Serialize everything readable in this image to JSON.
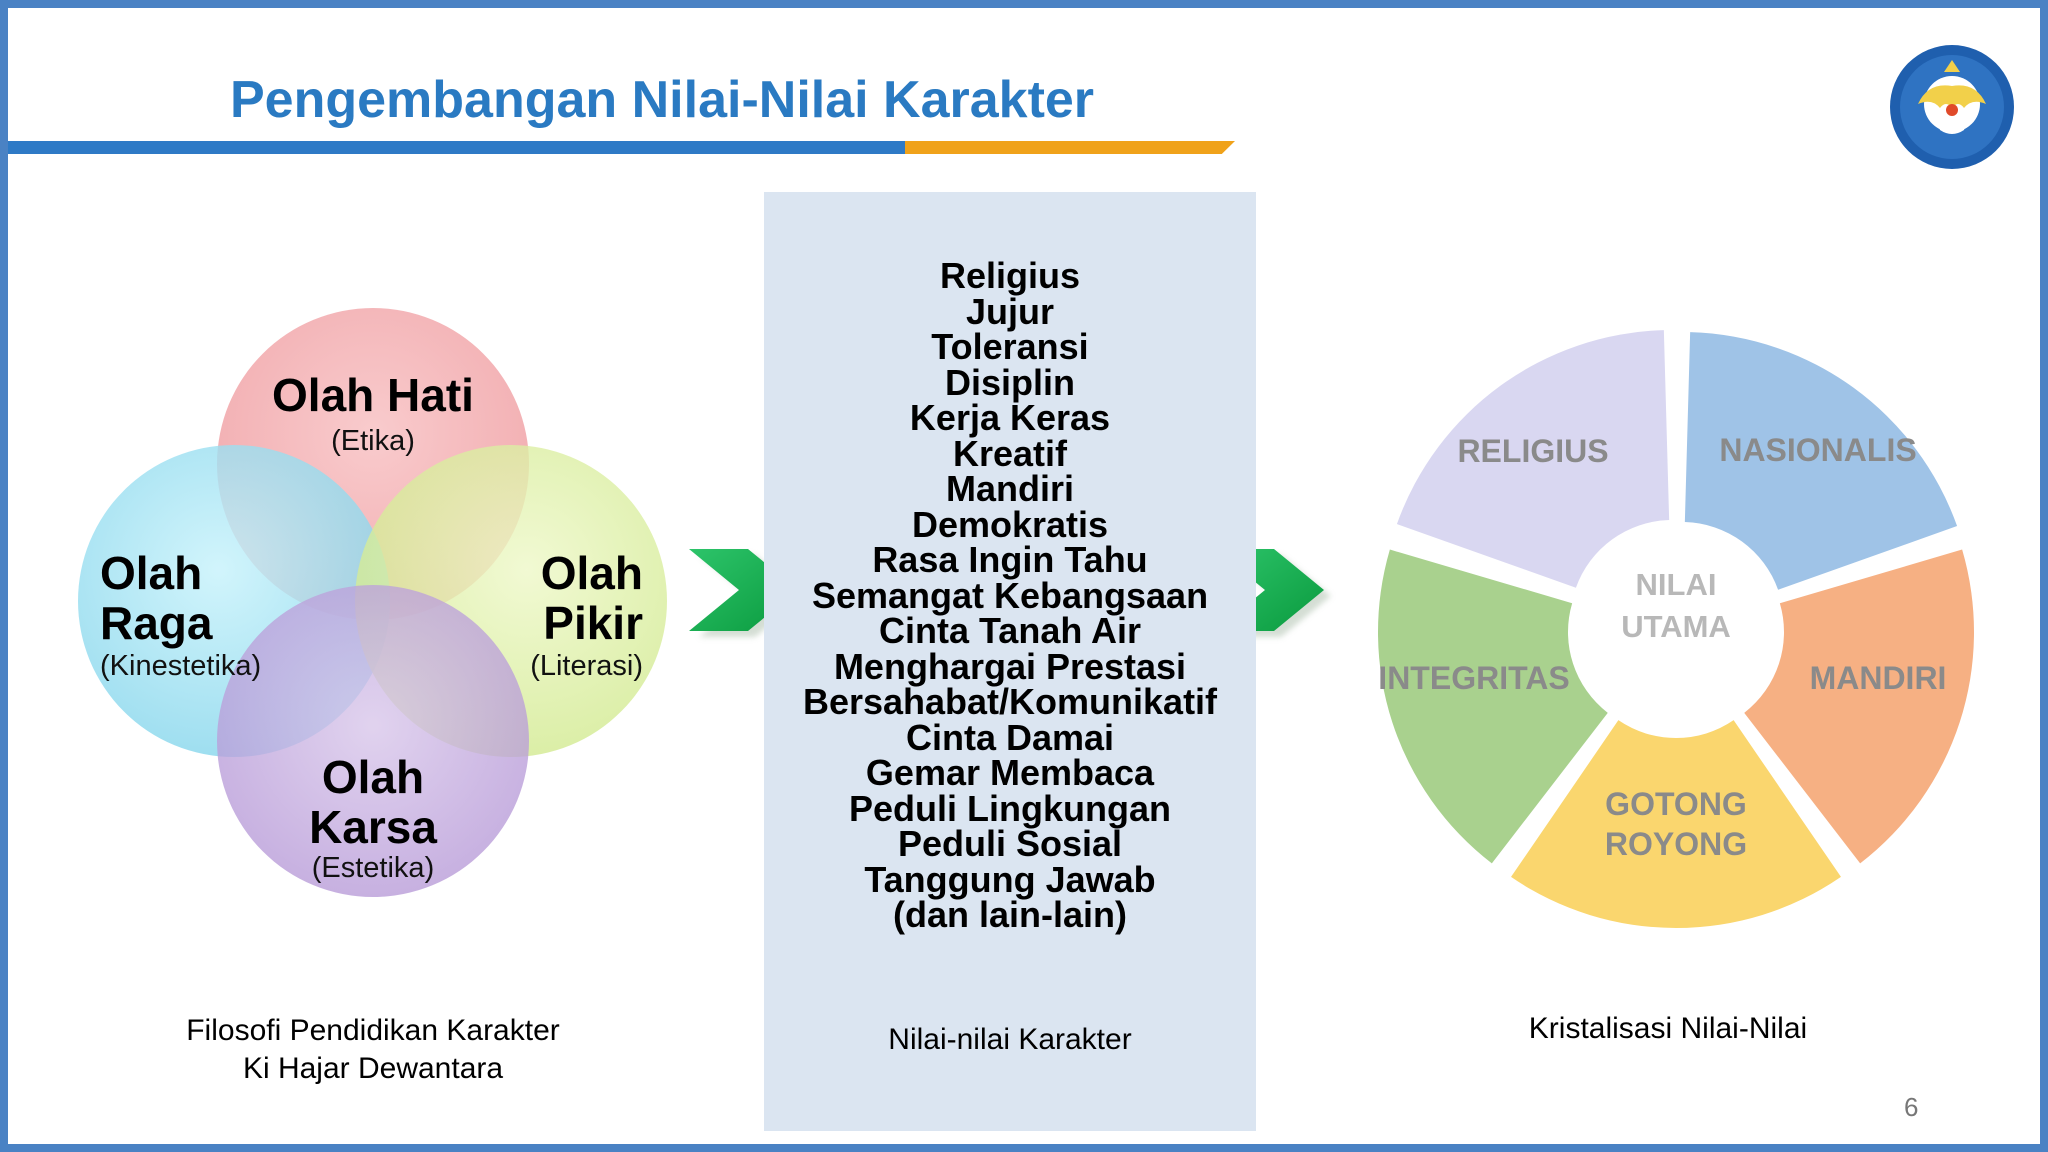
{
  "slide": {
    "title": "Pengembangan Nilai-Nilai Karakter",
    "page_number": "6",
    "colors": {
      "title": "#2a7ac2",
      "frame": "#4a82c4",
      "bar_blue": "#2e7ac6",
      "bar_orange": "#f0a21a",
      "panel": "#dbe5f1",
      "arrow": "#12a84a"
    }
  },
  "venn": {
    "circles": [
      {
        "title": "Olah Hati",
        "subtitle": "(Etika)",
        "color": "#f2a0a4"
      },
      {
        "title_line1": "Olah",
        "title_line2": "Raga",
        "subtitle": "(Kinestetika)",
        "color": "#8fdcee"
      },
      {
        "title_line1": "Olah",
        "title_line2": "Pikir",
        "subtitle": "(Literasi)",
        "color": "#d6ec96"
      },
      {
        "title_line1": "Olah",
        "title_line2": "Karsa",
        "subtitle": "(Estetika)",
        "color": "#b89ad6"
      }
    ],
    "caption_line1": "Filosofi Pendidikan Karakter",
    "caption_line2": "Ki Hajar Dewantara"
  },
  "values": {
    "items": [
      "Religius",
      "Jujur",
      "Toleransi",
      "Disiplin",
      "Kerja Keras",
      "Kreatif",
      "Mandiri",
      "Demokratis",
      "Rasa Ingin Tahu",
      "Semangat Kebangsaan",
      "Cinta Tanah Air",
      "Menghargai Prestasi",
      "Bersahabat/Komunikatif",
      "Cinta Damai",
      "Gemar Membaca",
      "Peduli Lingkungan",
      "Peduli Sosial",
      "Tanggung Jawab",
      "(dan lain-lain)"
    ],
    "caption": "Nilai-nilai Karakter"
  },
  "wheel": {
    "center_line1": "NILAI",
    "center_line2": "UTAMA",
    "segments": [
      {
        "label": "NASIONALIS",
        "color": "#9fc3e7"
      },
      {
        "label": "MANDIRI",
        "color": "#f6b083"
      },
      {
        "label_line1": "GOTONG",
        "label_line2": "ROYONG",
        "color": "#fad66e"
      },
      {
        "label": "INTEGRITAS",
        "color": "#a9d18e"
      },
      {
        "label": "RELIGIUS",
        "color": "#d9d7f1"
      }
    ],
    "caption": "Kristalisasi Nilai-Nilai"
  }
}
